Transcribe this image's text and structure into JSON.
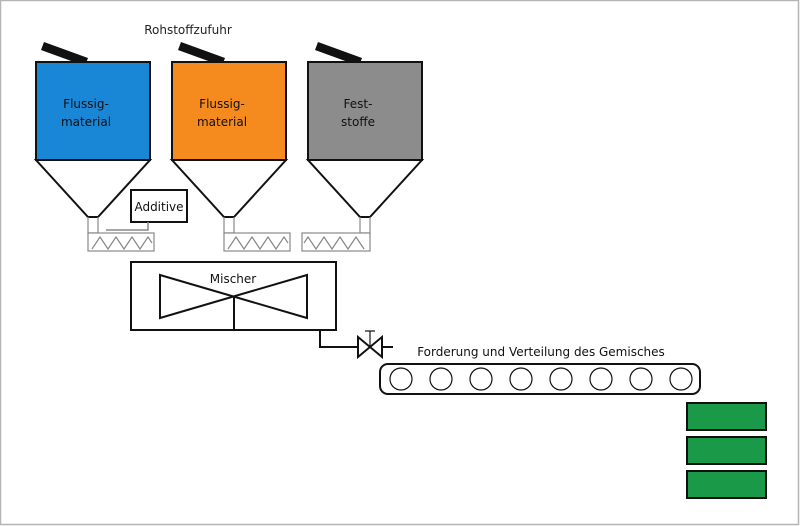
{
  "title": "Rohstoffzufuhr",
  "silos": [
    {
      "line1": "Flussig-",
      "line2": "material",
      "color": "#1a86d6"
    },
    {
      "line1": "Flussig-",
      "line2": "material",
      "color": "#f58a1f"
    },
    {
      "line1": "Fest-",
      "line2": "stoffe",
      "color": "#8c8c8c"
    }
  ],
  "additive_label": "Additive",
  "mixer_label": "Mischer",
  "conveyor_label": "Forderung und Verteilung des Gemisches",
  "output_color": "#1a9a48",
  "frame_color": "#b5b5b5",
  "line_color": "#111111",
  "screw_color": "#888888"
}
